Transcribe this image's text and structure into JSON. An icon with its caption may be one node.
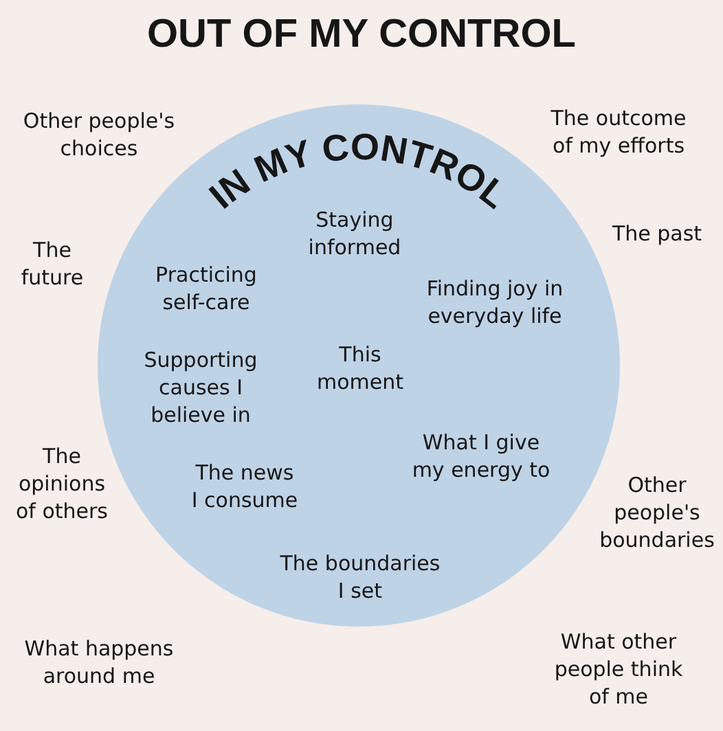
{
  "diagram": {
    "title": "OUT OF MY CONTROL",
    "nodes": [
      {
        "text": [
          "IN MY CONTROL",
          "Staying informed",
          "Practicing self-care",
          "Finding joy in everyday life",
          "Supporting causes I believe in",
          "This moment",
          "What I give my energy to",
          "The news I consume",
          "The boundaries I set"
        ]
      }
    ],
    "labels": [
      "Other people's choices",
      "The outcome of my efforts",
      "The future",
      "The past",
      "The opinions of others",
      "Other people's boundaries",
      "What happens around me",
      "What other people think of me"
    ]
  }
}
